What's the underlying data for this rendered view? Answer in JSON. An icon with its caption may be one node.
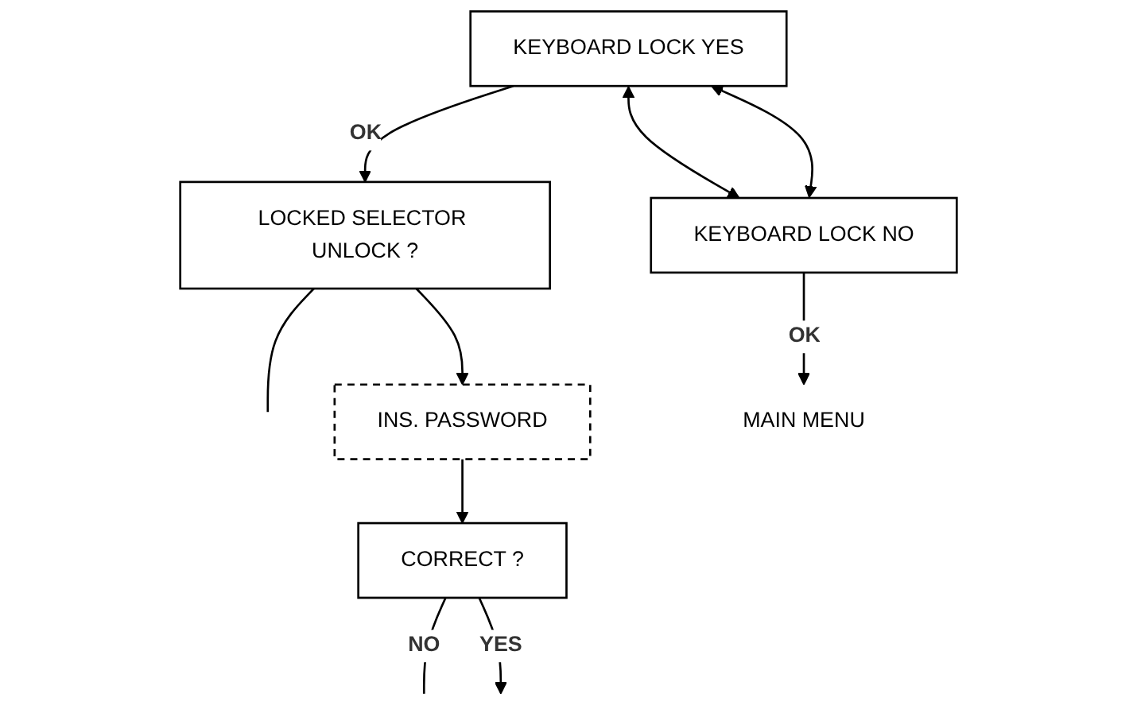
{
  "diagram": {
    "nodes": [
      {
        "text": [
          "KEYBOARD LOCK YES"
        ]
      },
      {
        "text": [
          "LOCKED SELECTOR UNLOCK ?"
        ]
      },
      {
        "text": [
          "KEYBOARD LOCK NO"
        ]
      },
      {
        "text": [
          "INS. PASSWORD"
        ]
      },
      {
        "text": [
          "CORRECT ?"
        ]
      },
      {
        "text": [
          "MAIN MENU"
        ]
      }
    ],
    "edges": [
      {
        "from": 0,
        "to": 1,
        "arrow": "to",
        "label": "OK"
      },
      {
        "from": 0,
        "to": 2,
        "arrow": "both"
      },
      {
        "from": 2,
        "to": 0,
        "arrow": "both"
      },
      {
        "from": 2,
        "to": 5,
        "arrow": "to",
        "label": "OK"
      },
      {
        "from": 1,
        "to": null,
        "arrow": "none"
      },
      {
        "from": 1,
        "to": 3,
        "arrow": "to"
      },
      {
        "from": 3,
        "to": 4,
        "arrow": "to"
      },
      {
        "from": 4,
        "to": null,
        "arrow": "none",
        "label": "NO"
      },
      {
        "from": 4,
        "to": null,
        "arrow": "to",
        "label": "YES"
      }
    ]
  }
}
